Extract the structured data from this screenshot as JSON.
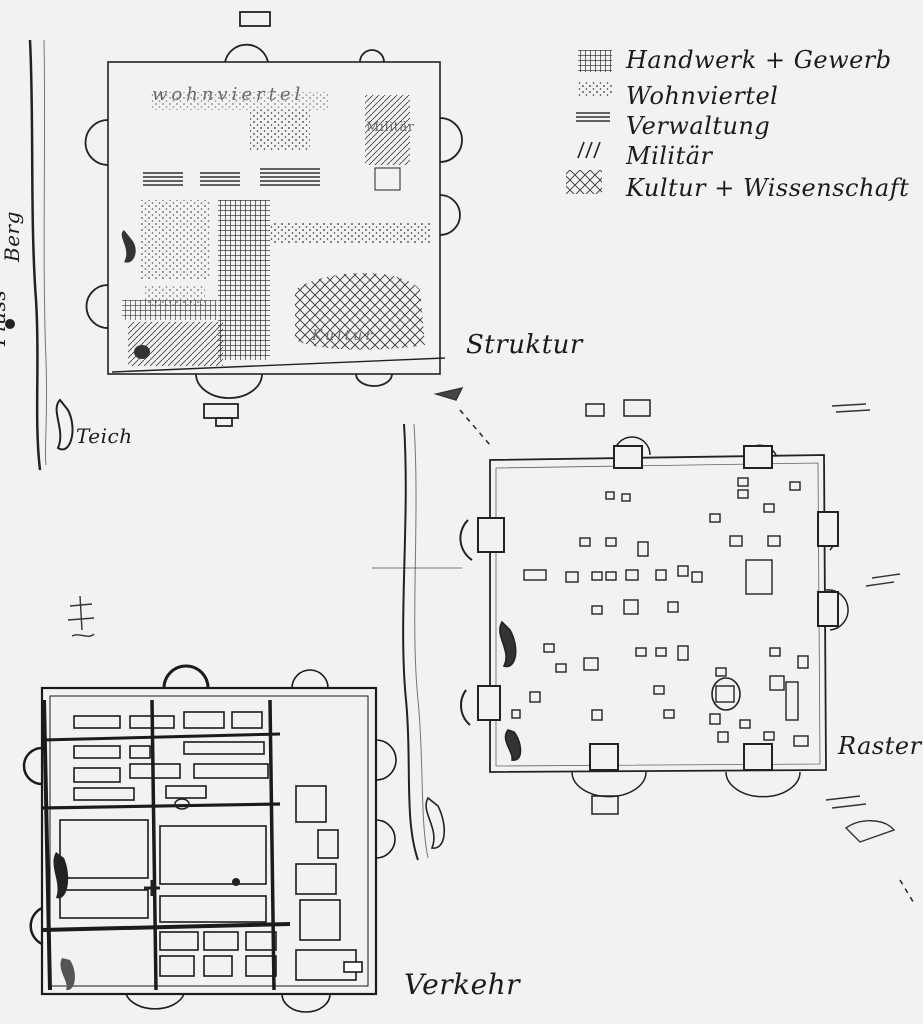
{
  "legend": [
    {
      "symbol": "grid-hatch",
      "label": "Handwerk + Gewerb"
    },
    {
      "symbol": "dots",
      "label": "Wohnviertel"
    },
    {
      "symbol": "horizontal-lines",
      "label": "Verwaltung"
    },
    {
      "symbol": "diagonal-lines",
      "label": "Militär"
    },
    {
      "symbol": "cross-hatch",
      "label": "Kultur + Wissenschaft"
    }
  ],
  "map1": {
    "label_residential": "wohnviertel",
    "label_military": "Militär",
    "label_culture": "Kultur",
    "label_river": "Fluss",
    "label_river2": "Berg",
    "label_pond": "Teich"
  },
  "titles": {
    "structure": "Struktur",
    "grid": "Raster",
    "traffic": "Verkehr"
  },
  "ink_color": "#1b1b1b",
  "paper_color": "#f2f2f0"
}
